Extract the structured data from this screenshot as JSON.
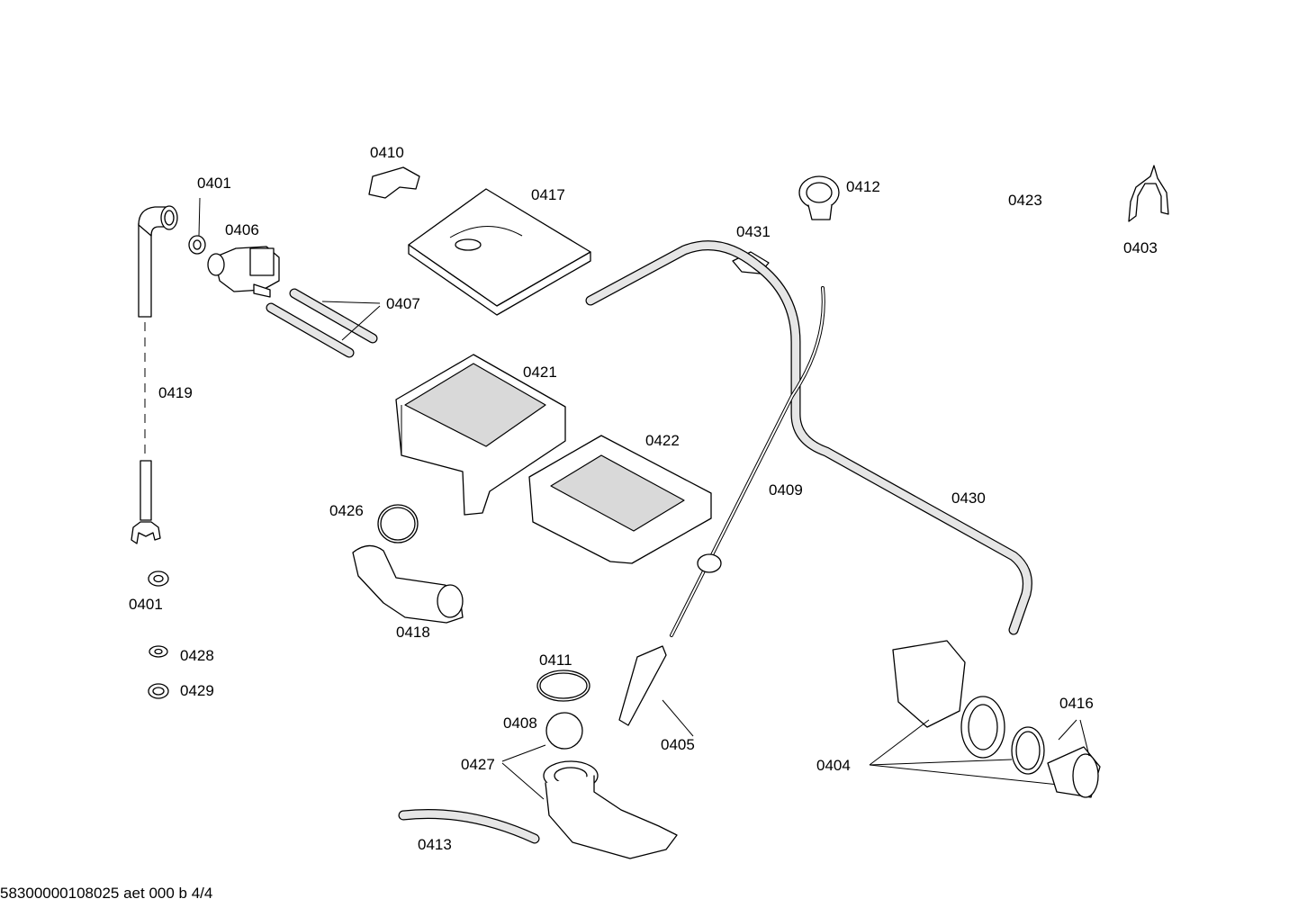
{
  "labels": {
    "p0401_top": "0401",
    "p0401_bottom": "0401",
    "p0403": "0403",
    "p0404": "0404",
    "p0405": "0405",
    "p0406": "0406",
    "p0407": "0407",
    "p0408": "0408",
    "p0409": "0409",
    "p0410": "0410",
    "p0411": "0411",
    "p0412": "0412",
    "p0413": "0413",
    "p0416": "0416",
    "p0417": "0417",
    "p0418": "0418",
    "p0419": "0419",
    "p0421": "0421",
    "p0422": "0422",
    "p0423": "0423",
    "p0426": "0426",
    "p0427": "0427",
    "p0428": "0428",
    "p0429": "0429",
    "p0430": "0430",
    "p0431": "0431"
  },
  "footer": "58300000108025 aet 000 b 4/4"
}
